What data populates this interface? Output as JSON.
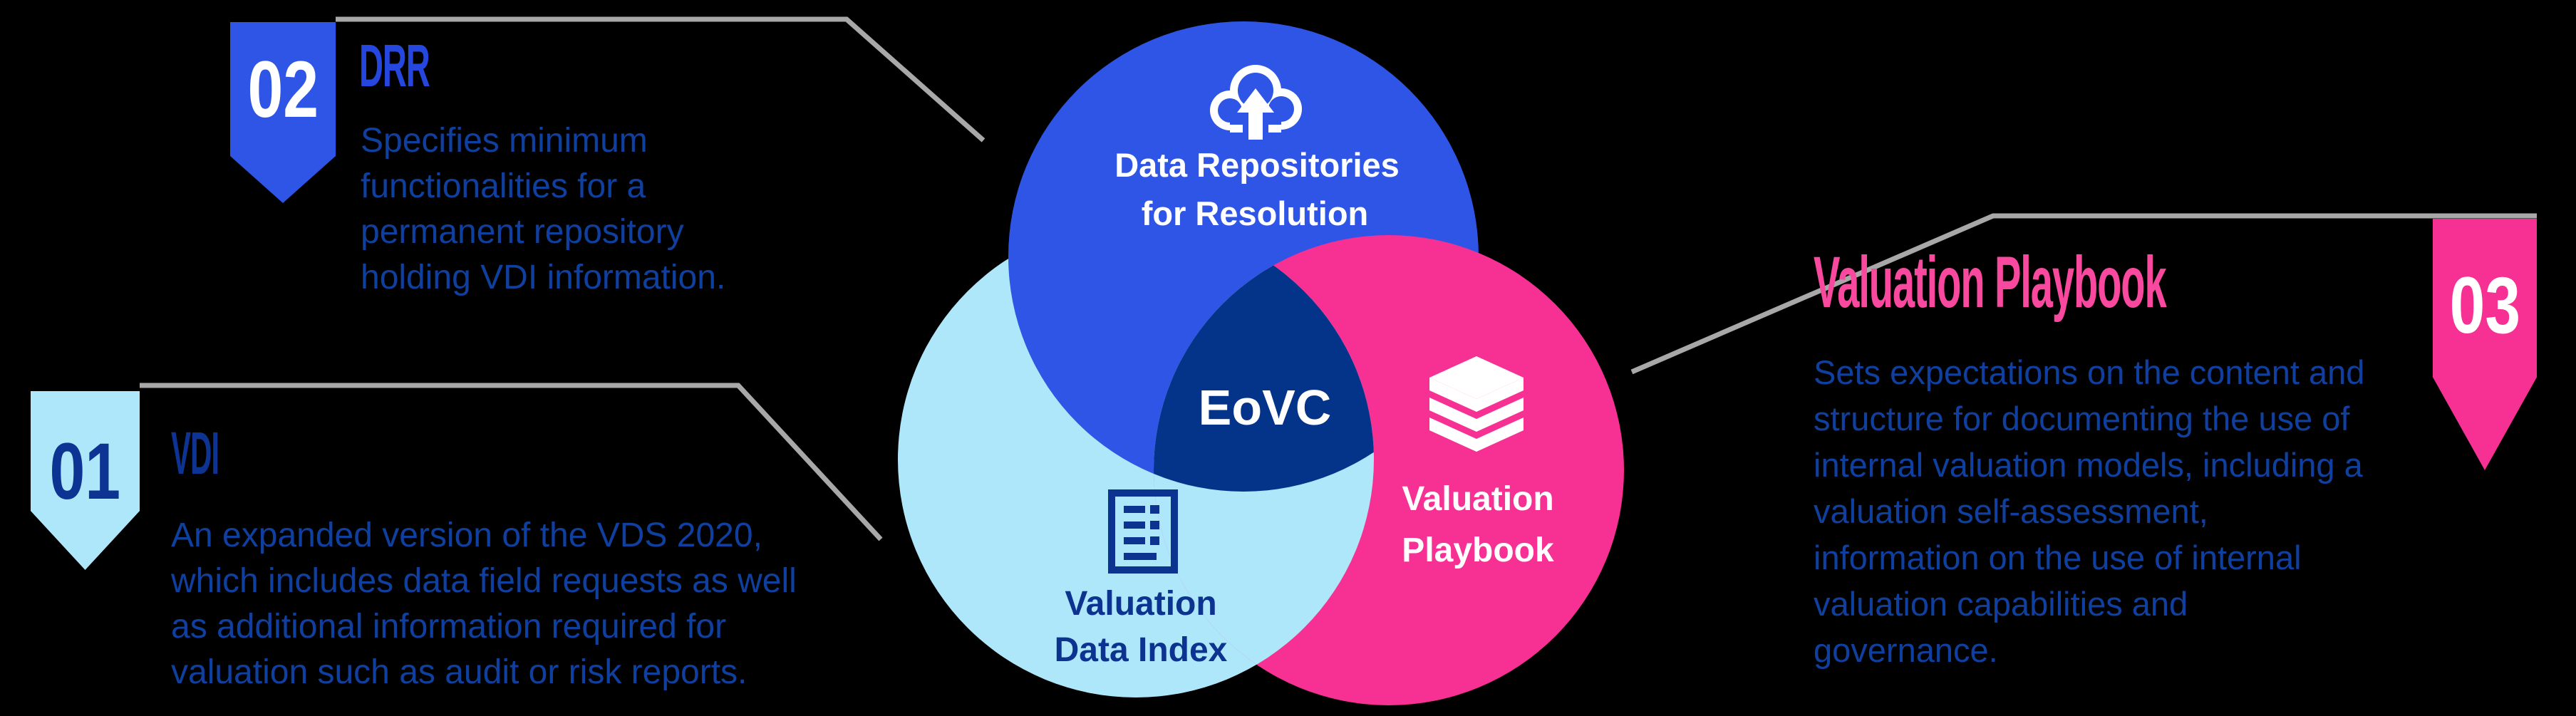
{
  "colors": {
    "background": "#000000",
    "circle_blue": "#2e55e5",
    "circle_lightblue": "#afe7fa",
    "circle_pink": "#f73094",
    "center_navy": "#04338a",
    "body_text_blue": "#10409f",
    "heading_drr_blue": "#2647de",
    "heading_vdi_navy": "#0d3493",
    "heading_playbook_pink": "#f8499f",
    "connector_gray": "#a8a8a8"
  },
  "venn": {
    "center_label": "EoVC",
    "circles": {
      "top": {
        "icon": "cloud-upload-icon",
        "label_lines": [
          "Data Repositories",
          "for Resolution"
        ]
      },
      "left": {
        "icon": "index-list-icon",
        "label_lines": [
          "Valuation",
          "Data Index"
        ]
      },
      "right": {
        "icon": "books-stack-icon",
        "label_lines": [
          "Valuation",
          "Playbook"
        ]
      }
    }
  },
  "callouts": {
    "vdi": {
      "number": "01",
      "title": "VDI",
      "lines": [
        "An expanded version of the VDS 2020,",
        "which includes data field requests as well",
        "as additional information required for",
        "valuation such as audit or risk reports."
      ]
    },
    "drr": {
      "number": "02",
      "title": "DRR",
      "lines": [
        "Specifies minimum",
        "functionalities for a",
        "permanent repository",
        "holding VDI information."
      ]
    },
    "playbook": {
      "number": "03",
      "title": "Valuation Playbook",
      "lines": [
        "Sets expectations on the content and",
        "structure for documenting the use of",
        "internal valuation models, including a",
        "valuation self-assessment,",
        "information on the use of internal",
        "valuation capabilities and",
        "governance."
      ]
    }
  }
}
